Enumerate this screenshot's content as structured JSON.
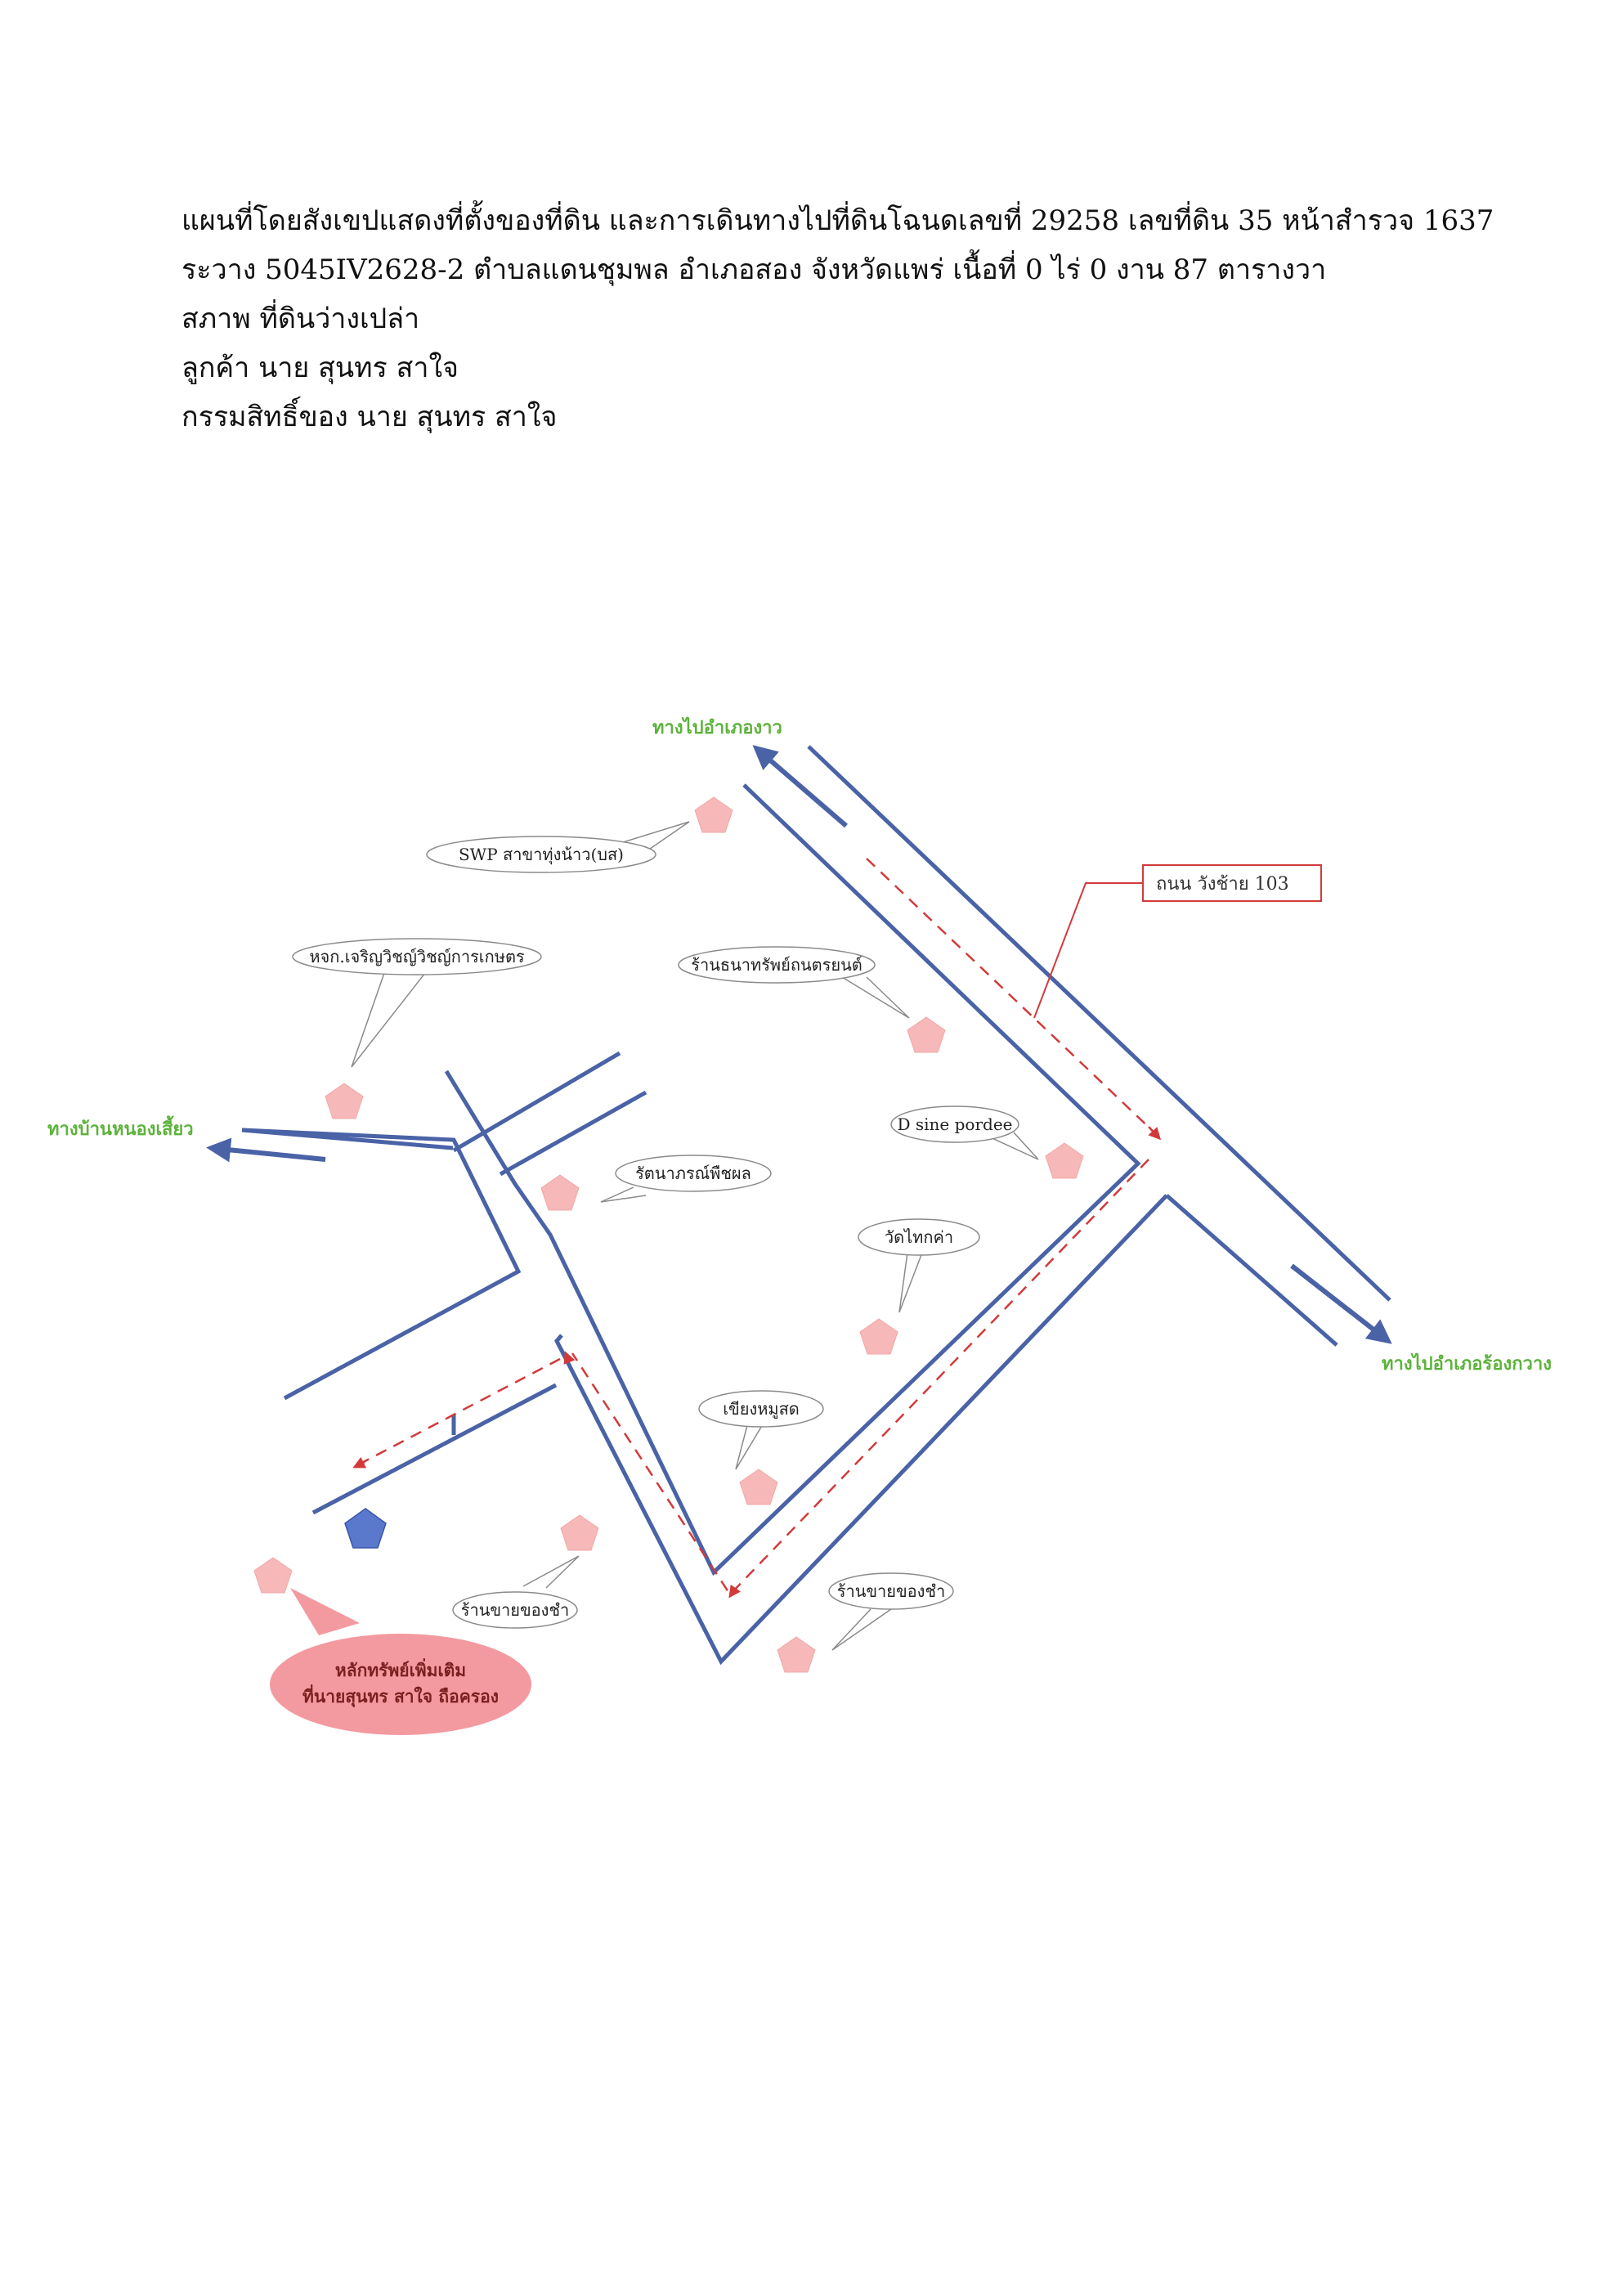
{
  "header": {
    "line1": "แผนที่โดยสังเขปแสดงที่ตั้งของที่ดิน และการเดินทางไปที่ดินโฉนดเลขที่  29258 เลขที่ดิน 35 หน้าสำรวจ 1637",
    "line2": "ระวาง 5045IV2628-2 ตำบลแดนชุมพล อำเภอสอง จังหวัดแพร่ เนื้อที่ 0 ไร่ 0 งาน 87 ตารางวา",
    "line3": "สภาพ ที่ดินว่างเปล่า",
    "line4": "ลูกค้า นาย สุนทร สาใจ",
    "line5": "กรรมสิทธิ์ของ  นาย สุนทร สาใจ"
  },
  "map": {
    "direction_north": "ทางไปอำเภองาว",
    "direction_west": "ทางบ้านหนองเสี้ยว",
    "direction_southeast": "ทางไปอำเภอร้องกวาง",
    "road_label": "ถนน วังช้าย 103",
    "landmarks": {
      "swp": "SWP สาขาทุ่งน้าว(บส)",
      "college": "หจก.เจริญวิชญ์วิชญ์การเกษตร",
      "car_shop": "ร้านธนาทรัพย์ถนตรยนต์",
      "dsine": "D sine pordee",
      "ratana": "รัตนาภรณ์พืชผล",
      "temple": "วัดไทกค่า",
      "pork": "เขียงหมูสด",
      "grocery_left": "ร้านขายของชำ",
      "grocery_right": "ร้านขายของชำ"
    },
    "collateral_line1": "หลักทรัพย์เพิ่มเติม",
    "collateral_line2": "ที่นายสุนทร สาใจ ถือครอง",
    "colors": {
      "road": "#4a62a6",
      "route": "#d23a3a",
      "landmark": "#f6b8b8",
      "subject": "#5a78cc",
      "direction_text": "#5cb33a",
      "collateral_fill": "#f39aa0"
    }
  }
}
